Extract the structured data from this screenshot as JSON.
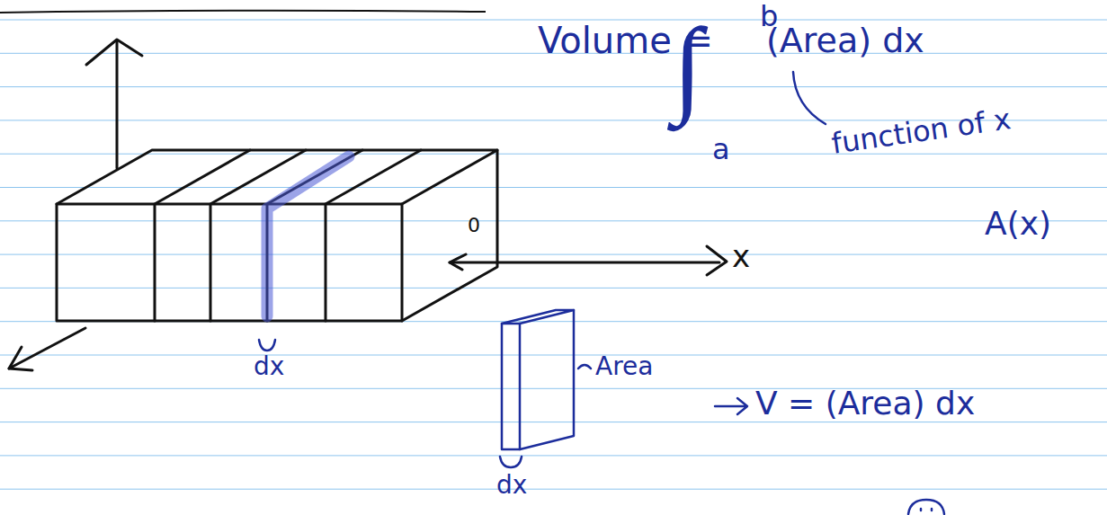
{
  "diagram": {
    "labels": [
      "Volume =",
      "∫",
      "b",
      "a",
      "(Area) dx",
      "function of x",
      "A(x)",
      "x",
      "0",
      "dx",
      "Area",
      "V = (Area) dx",
      "dx"
    ]
  }
}
